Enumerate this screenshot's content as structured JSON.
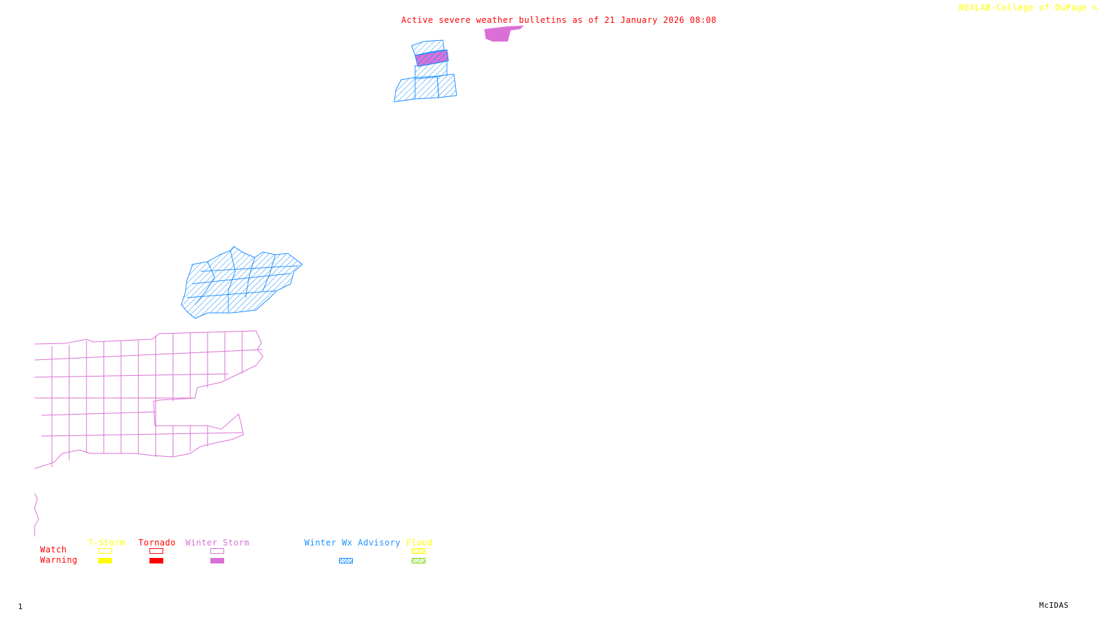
{
  "title": "Active severe weather bulletins as of 21 January 2026 08:08",
  "credit": "NEXLAB-College of DuPage",
  "credit_icon": "corner-arrow-icon",
  "frame_number": "1",
  "software": "McIDAS",
  "colors": {
    "title": "#ff0000",
    "credit": "#ffff00",
    "tstorm": "#ffff00",
    "tornado": "#ff0000",
    "winter_storm": "#da70d6",
    "winter_wx_advisory": "#1e90ff",
    "flood_watch": "#ffff00",
    "flood_warning": "#7fd51a"
  },
  "legend": {
    "row_labels": {
      "watch": "Watch",
      "warning": "Warning"
    },
    "columns": [
      {
        "label": "T-Storm"
      },
      {
        "label": "Tornado"
      },
      {
        "label": "Winter Storm"
      },
      {
        "label": "Winter Wx Advisory"
      },
      {
        "label": "Flood"
      }
    ]
  }
}
